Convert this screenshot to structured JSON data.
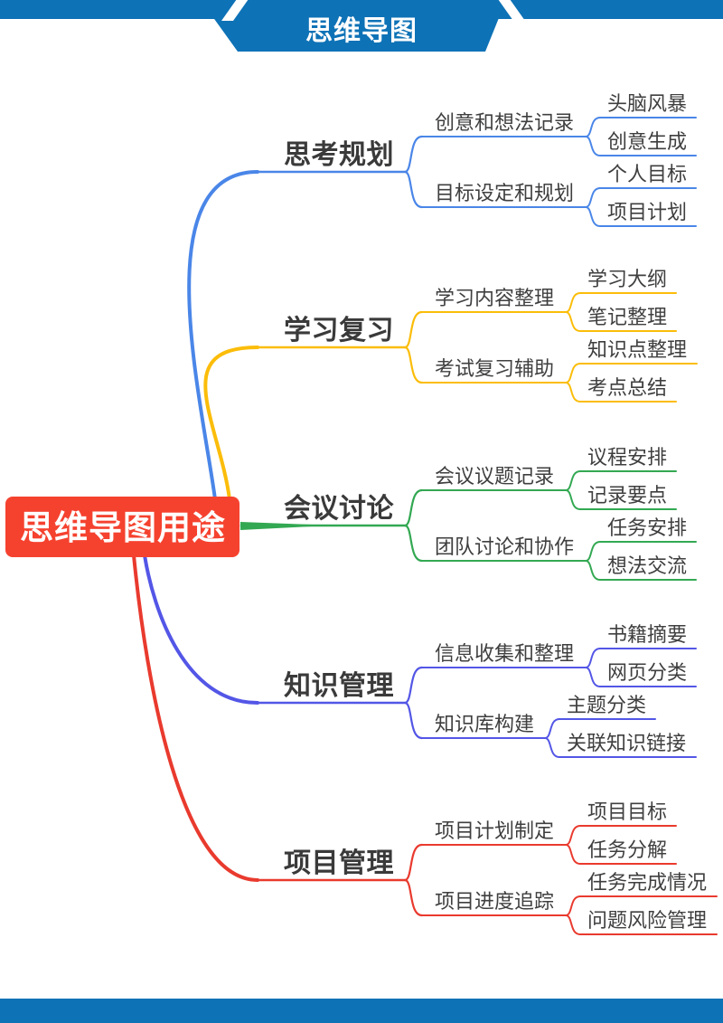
{
  "banner": {
    "title": "思维导图",
    "color": "#0e72b6",
    "text_color": "#ffffff"
  },
  "footer": {
    "color": "#0e72b6"
  },
  "central": {
    "label": "思维导图用途",
    "bg": "#f5422f",
    "text_color": "#ffffff"
  },
  "text_color": "#3a3a3a",
  "branches": [
    {
      "label": "思考规划",
      "color": "#4a86e8",
      "children": [
        {
          "label": "创意和想法记录",
          "children": [
            {
              "label": "头脑风暴"
            },
            {
              "label": "创意生成"
            }
          ]
        },
        {
          "label": "目标设定和规划",
          "children": [
            {
              "label": "个人目标"
            },
            {
              "label": "项目计划"
            }
          ]
        }
      ]
    },
    {
      "label": "学习复习",
      "color": "#fbbd0a",
      "children": [
        {
          "label": "学习内容整理",
          "children": [
            {
              "label": "学习大纲"
            },
            {
              "label": "笔记整理"
            }
          ]
        },
        {
          "label": "考试复习辅助",
          "children": [
            {
              "label": "知识点整理"
            },
            {
              "label": "考点总结"
            }
          ]
        }
      ]
    },
    {
      "label": "会议讨论",
      "color": "#33a852",
      "children": [
        {
          "label": "会议议题记录",
          "children": [
            {
              "label": "议程安排"
            },
            {
              "label": "记录要点"
            }
          ]
        },
        {
          "label": "团队讨论和协作",
          "children": [
            {
              "label": "任务安排"
            },
            {
              "label": "想法交流"
            }
          ]
        }
      ]
    },
    {
      "label": "知识管理",
      "color": "#5356e6",
      "children": [
        {
          "label": "信息收集和整理",
          "children": [
            {
              "label": "书籍摘要"
            },
            {
              "label": "网页分类"
            }
          ]
        },
        {
          "label": "知识库构建",
          "children": [
            {
              "label": "主题分类"
            },
            {
              "label": "关联知识链接"
            }
          ]
        }
      ]
    },
    {
      "label": "项目管理",
      "color": "#e93a2e",
      "children": [
        {
          "label": "项目计划制定",
          "children": [
            {
              "label": "项目目标"
            },
            {
              "label": "任务分解"
            }
          ]
        },
        {
          "label": "项目进度追踪",
          "children": [
            {
              "label": "任务完成情况"
            },
            {
              "label": "问题风险管理"
            }
          ]
        }
      ]
    }
  ]
}
